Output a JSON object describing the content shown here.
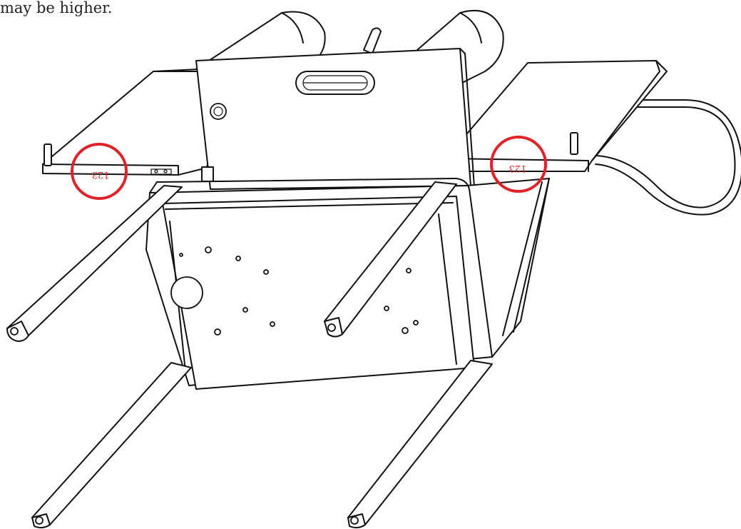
{
  "caption": "may be higher.",
  "markings": {
    "left_board": "123",
    "right_board": "123"
  },
  "colors": {
    "highlight": "#e02228",
    "ink": "#111111",
    "label_text": "#d42a2a"
  },
  "icons": [
    "highlight-circle-icon",
    "highlight-circle-icon"
  ]
}
